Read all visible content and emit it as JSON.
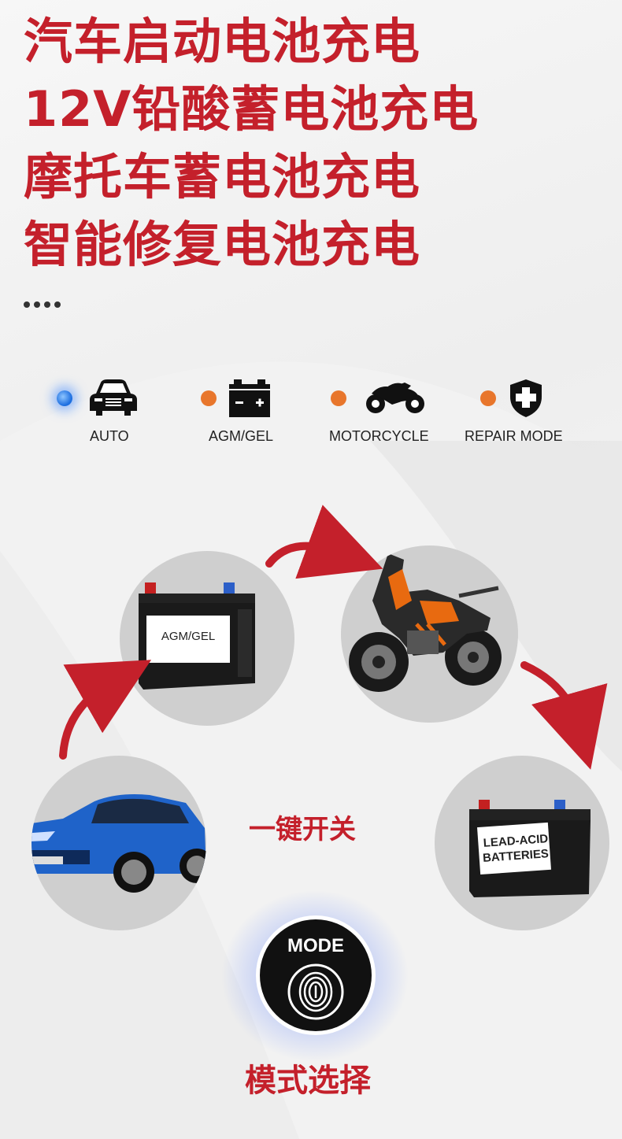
{
  "headline": {
    "lines": [
      "汽车启动电池充电",
      "12V铅酸蓄电池充电",
      "摩托车蓄电池充电",
      "智能修复电池充电"
    ]
  },
  "modes": [
    {
      "label": "AUTO",
      "indicator": "blue",
      "icon": "car-icon"
    },
    {
      "label": "AGM/GEL",
      "indicator": "orange",
      "icon": "battery-icon"
    },
    {
      "label": "MOTORCYCLE",
      "indicator": "orange",
      "icon": "motorcycle-icon"
    },
    {
      "label": "REPAIR MODE",
      "indicator": "orange",
      "icon": "shield-plus-icon"
    }
  ],
  "cycle": {
    "agm_battery_label": "AGM/GEL",
    "lead_acid_line1": "LEAD-ACID",
    "lead_acid_line2": "BATTERIES"
  },
  "one_key": "一键开关",
  "mode_button": {
    "label": "MODE",
    "icon": "fingerprint-icon"
  },
  "bottom_title": "模式选择",
  "colors": {
    "accent": "#c4202b",
    "indicator_blue": "#1e6fe0",
    "indicator_orange": "#e8762c"
  }
}
